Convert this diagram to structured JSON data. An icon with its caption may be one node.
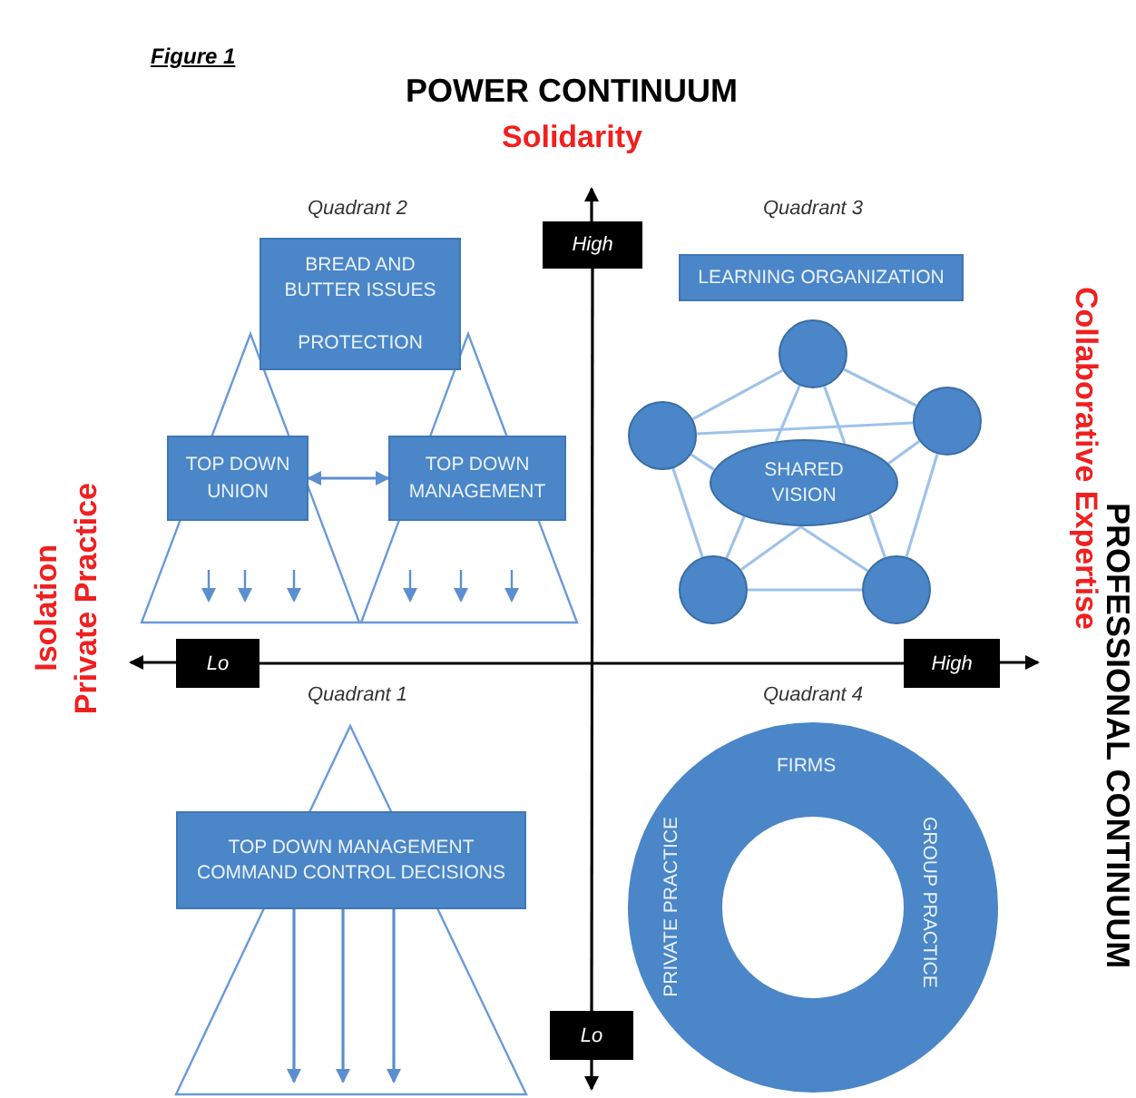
{
  "diagram": {
    "nodes": [
      {
        "text": [
          "BREAD AND BUTTER ISSUES",
          "PROTECTION"
        ]
      },
      {
        "text": [
          "TOP DOWN UNION"
        ]
      },
      {
        "text": [
          "TOP DOWN MANAGEMENT"
        ]
      },
      {
        "text": [
          "LEARNING ORGANIZATION"
        ]
      },
      {
        "text": [],
        "shape": "circle"
      },
      {
        "text": [],
        "shape": "circle"
      },
      {
        "text": [],
        "shape": "circle"
      },
      {
        "text": [],
        "shape": "circle"
      },
      {
        "text": [],
        "shape": "circle"
      },
      {
        "text": [
          "SHARED VISION"
        ]
      },
      {
        "text": [
          "TOP DOWN MANAGEMENT COMMAND CONTROL DECISIONS"
        ]
      },
      {
        "text": [
          "FIRMS",
          "PRIVATE PRACTICE",
          "GROUP PRACTICE"
        ]
      },
      {
        "text": [
          "High"
        ]
      },
      {
        "text": [
          "Lo"
        ]
      },
      {
        "text": [
          "High"
        ]
      },
      {
        "text": [
          "Lo"
        ]
      }
    ],
    "edges": [
      {
        "from": 4,
        "to": 5,
        "arrow": "none"
      },
      {
        "from": 4,
        "to": 6,
        "arrow": "none"
      },
      {
        "from": 5,
        "to": 7,
        "arrow": "none"
      },
      {
        "from": 6,
        "to": 8,
        "arrow": "none"
      },
      {
        "from": 7,
        "to": 8,
        "arrow": "none"
      },
      {
        "from": 5,
        "to": 6,
        "arrow": "none"
      },
      {
        "from": 4,
        "to": 9,
        "arrow": "none"
      },
      {
        "from": 7,
        "to": 9,
        "arrow": "none"
      },
      {
        "from": 4,
        "to": 9,
        "arrow": "none"
      },
      {
        "from": 8,
        "to": 9,
        "arrow": "none"
      },
      {
        "from": 5,
        "to": 9,
        "arrow": "none"
      },
      {
        "from": 8,
        "to": 9,
        "arrow": "none"
      },
      {
        "from": 6,
        "to": 9,
        "arrow": "none"
      },
      {
        "from": 7,
        "to": 9,
        "arrow": "none"
      },
      {
        "from": 10,
        "to": null,
        "arrow": "to"
      },
      {
        "from": 10,
        "to": null,
        "arrow": "to"
      },
      {
        "from": 10,
        "to": null,
        "arrow": "to"
      },
      {
        "from": 1,
        "to": 2,
        "arrow": "both"
      },
      {
        "from": 12,
        "to": null,
        "arrow": "to",
        "color": "#000000"
      },
      {
        "from": 12,
        "to": 15,
        "arrow": "none",
        "color": "#000000"
      },
      {
        "from": 15,
        "to": null,
        "arrow": "to",
        "color": "#000000"
      },
      {
        "from": 13,
        "to": null,
        "arrow": "to",
        "color": "#000000"
      },
      {
        "from": 13,
        "to": 14,
        "arrow": "none",
        "color": "#000000"
      },
      {
        "from": 14,
        "to": null,
        "arrow": "to",
        "color": "#000000"
      }
    ],
    "labels": [
      "Figure 1",
      "POWER CONTINUUM",
      "Solidarity",
      "Quadrant 2",
      "Quadrant 3",
      "Isolation",
      "Private Practice",
      "PROFESSIONAL CONTINUUM",
      "Collaborative Expertise",
      "Quadrant 1",
      "Quadrant 4"
    ]
  }
}
